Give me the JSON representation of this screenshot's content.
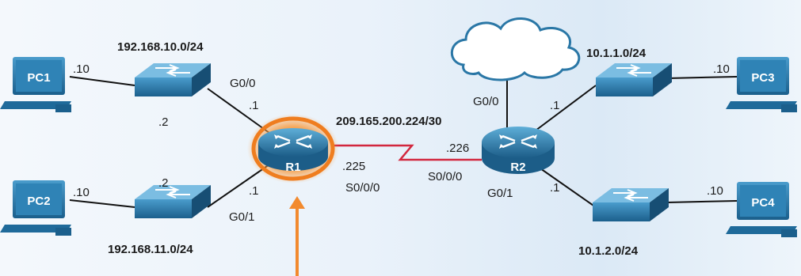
{
  "networks": {
    "lan1": "192.168.10.0/24",
    "lan2": "192.168.11.0/24",
    "wan": "209.165.200.224/30",
    "lan3": "10.1.1.0/24",
    "lan4": "10.1.2.0/24"
  },
  "devices": {
    "pc1": "PC1",
    "pc2": "PC2",
    "pc3": "PC3",
    "pc4": "PC4",
    "r1": "R1",
    "r2": "R2"
  },
  "interfaces": {
    "r1_g00": "G0/0",
    "r1_g01": "G0/1",
    "r1_s000": "S0/0/0",
    "r2_g00": "G0/0",
    "r2_g01": "G0/1",
    "r2_s000": "S0/0/0"
  },
  "addresses": {
    "pc1": ".10",
    "pc2": ".10",
    "pc3": ".10",
    "pc4": ".10",
    "sw1": ".2",
    "sw2": ".2",
    "r1_g00": ".1",
    "r1_g01": ".1",
    "r1_s000": ".225",
    "r2_s000": ".226",
    "r2_g00": ".1",
    "r2_g01": ".1"
  },
  "colors": {
    "device_blue": "#2a77a6",
    "wan_link": "#d2273e",
    "highlight": "#f28a2e"
  }
}
